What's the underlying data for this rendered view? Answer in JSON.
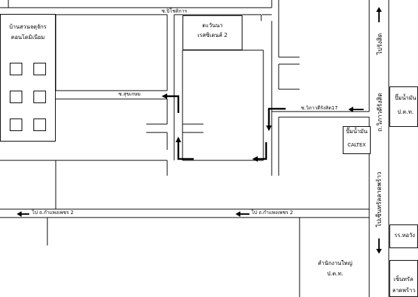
{
  "roads": {
    "soi_pichitkan": "ซ.ปิโชติการ",
    "soi_sukkasem": "ซ.สุขเกษม",
    "soi_vibhavadi17": "ซ.วิภาวดีรังสิต17",
    "to_kamphaengphet2_left": "ไป ถ.กำแพงเพชร 2",
    "to_kamphaengphet2_mid": "ไป ถ.กำแพงเพชร 2",
    "vibhavadi_road": "ถ.วิภาวดีรังสิต",
    "to_rangsit": "ไปรังสิต",
    "to_ladprao": "ไปเซ็นทรัลลาดพร้าว"
  },
  "places": {
    "condo_line1": "บ้านสวนจตุจักร",
    "condo_line2": "คอนโดมิเนียม",
    "residence_line1": "ตะวันนา",
    "residence_line2": "เรสซิเดนส์ 2",
    "caltex_line1": "ปั๊มน้ำมัน",
    "caltex_line2": "CALTEX",
    "ptt_line1": "ปั๊มน้ำมัน",
    "ptt_line2": "ป.ต.ท.",
    "school": "รร.หอวัง",
    "hq_line1": "สำนักงานใหญ่",
    "hq_line2": "ป.ต.ท.",
    "central_line1": "เซ็นทรัล",
    "central_line2": "ลาดพร้าว"
  },
  "icons": {
    "route_arrow": "route-arrow-icon",
    "direction_arrow": "direction-arrow-icon"
  }
}
